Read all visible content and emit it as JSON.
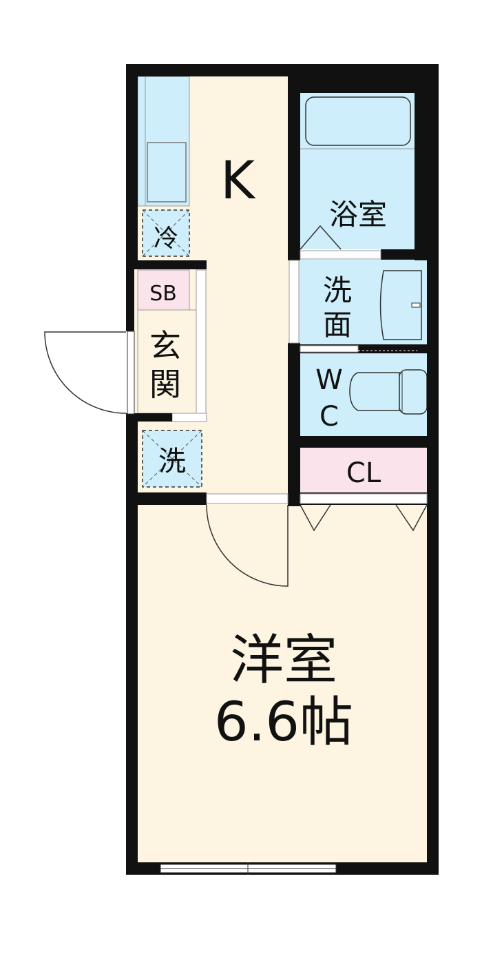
{
  "floor_plan": {
    "rooms": {
      "kitchen": "K",
      "fridge": "冷",
      "shoe_box": "SB",
      "entrance_line1": "玄",
      "entrance_line2": "関",
      "washer": "洗",
      "bathroom": "浴室",
      "washroom_line1": "洗",
      "washroom_line2": "面",
      "toilet_line1": "W",
      "toilet_line2": "C",
      "closet": "CL",
      "western_room": "洋室",
      "western_room_size": "6.6帖"
    },
    "colors": {
      "wall": "#111111",
      "floor": "#fdf5e2",
      "wet_area": "#cdeefa",
      "storage": "#fbe3ec"
    }
  }
}
